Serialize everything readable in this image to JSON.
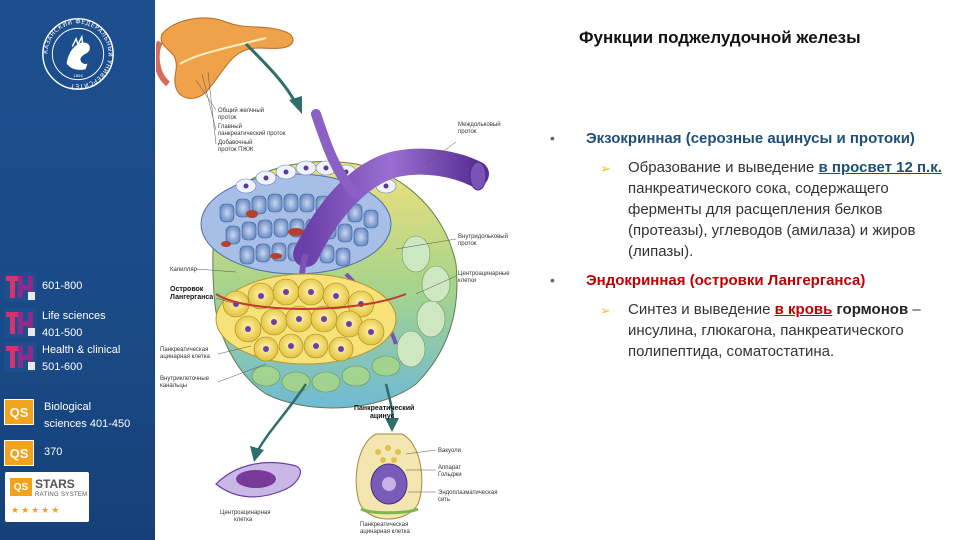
{
  "title": "Функции поджелудочной железы",
  "sidebar": {
    "logo_ring_text": "КАЗАНСКИЙ ФЕДЕРАЛЬНЫЙ УНИВЕРСИТЕТ",
    "logo_year": "1804",
    "rankings": [
      {
        "source": "THE",
        "line1": "601-800",
        "line2": ""
      },
      {
        "source": "THE",
        "line1": "Life sciences",
        "line2": "401-500"
      },
      {
        "source": "THE",
        "line1": "Health & clinical",
        "line2": "501-600"
      },
      {
        "source": "QS",
        "line1": "Biological",
        "line2": "sciences  401-450"
      },
      {
        "source": "QS",
        "line1": "370",
        "line2": ""
      }
    ],
    "stars_logo": "QS",
    "stars_title": "STARS",
    "stars_sub": "RATING SYSTEM",
    "stars": "★★★★★"
  },
  "figure": {
    "labels": {
      "common_bile_duct": [
        "Общий желчный",
        "проток"
      ],
      "main_duct": [
        "Главный",
        "панкреатический проток"
      ],
      "accessory_duct": [
        "Добавочный",
        "проток ПЖЖ"
      ],
      "interlobular_duct": [
        "Междольковый",
        "проток"
      ],
      "intralobular_duct": [
        "Внутридольковый",
        "проток"
      ],
      "capillary": [
        "Капилляр"
      ],
      "islet": [
        "Островок",
        "Лангерганса"
      ],
      "centroacinar": [
        "Центроацинарные",
        "клетки"
      ],
      "acinar_cell": [
        "Панкреатическая",
        "ацинарная клетка"
      ],
      "intracellular_canals": [
        "Внутриклеточные",
        "канальцы"
      ],
      "acinus_title": [
        "Панкреатический",
        "ацинус"
      ],
      "vacuoles": [
        "Вакуоли"
      ],
      "golgi": [
        "Аппарат",
        "Гольджи"
      ],
      "er": [
        "Эндоплазматическая",
        "сеть"
      ],
      "centroacinar_cell": [
        "Центроацинарная",
        "клетка"
      ],
      "acinar_cell_bottom": [
        "Панкреатическая",
        "ацинарная клетка"
      ]
    }
  },
  "content": {
    "exocrine": {
      "heading": "Экзокринная (серозные ацинусы и протоки)",
      "text_before": "Образование и выведение ",
      "link": "в просвет 12 п.к.",
      "text_after": " панкреатического сока, содержащего ферменты для расщепления белков (протеазы), углеводов (амилаза) и жиров (липазы)."
    },
    "endocrine": {
      "heading": "Эндокринная (островки Лангерганса)",
      "text_before": "Синтез и выведение ",
      "link": "в кровь",
      "text_bold": " гормонов",
      "text_after": " – инсулина, глюкагона, панкреатического полипептида, соматостатина."
    }
  },
  "colors": {
    "sidebar": "#1d4f8f",
    "exocrine_heading": "#1f4e79",
    "endocrine_heading": "#c00000",
    "sub_bullet_arrow": "#f0c419",
    "qs_orange": "#f3a21b"
  }
}
